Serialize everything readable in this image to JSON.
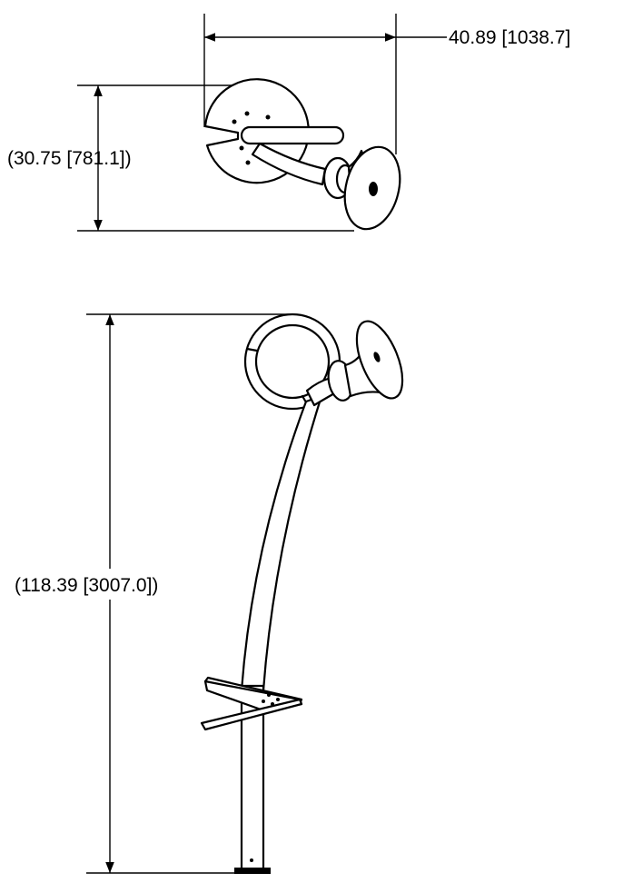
{
  "dimensions": {
    "top_width": "40.89 [1038.7]",
    "top_depth": "(30.75 [781.1])",
    "side_height": "(118.39 [3007.0])"
  },
  "colors": {
    "line": "#000000",
    "background": "#ffffff"
  }
}
